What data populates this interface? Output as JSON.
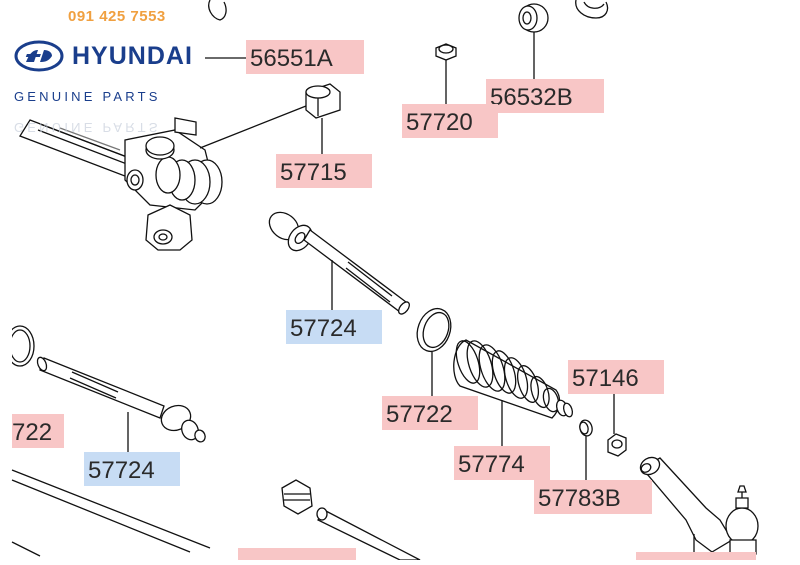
{
  "header": {
    "phone": "091 425 7553",
    "brand": "HYUNDAI",
    "tagline": "GENUINE PARTS",
    "tagline_ghost": "GENUINE PARTS"
  },
  "colors": {
    "label_red": "#f8c6c6",
    "label_blue": "#c7dcf4",
    "label_text": "#2a2a2a",
    "line": "#111111",
    "brand": "#1a3e8c",
    "phone": "#f0a040"
  },
  "labels": [
    {
      "id": "56551A",
      "text": "56551A",
      "style": "red"
    },
    {
      "id": "56532B",
      "text": "56532B",
      "style": "red"
    },
    {
      "id": "57720",
      "text": "57720",
      "style": "red"
    },
    {
      "id": "57715",
      "text": "57715",
      "style": "red"
    },
    {
      "id": "57724-a",
      "text": "57724",
      "style": "blue"
    },
    {
      "id": "57724-b",
      "text": "57724",
      "style": "blue"
    },
    {
      "id": "57722-a",
      "text": "57722",
      "style": "red"
    },
    {
      "id": "57722-b",
      "text": "722",
      "style": "red"
    },
    {
      "id": "57146",
      "text": "57146",
      "style": "red"
    },
    {
      "id": "57774",
      "text": "57774",
      "style": "red"
    },
    {
      "id": "57783B",
      "text": "57783B",
      "style": "red"
    }
  ]
}
